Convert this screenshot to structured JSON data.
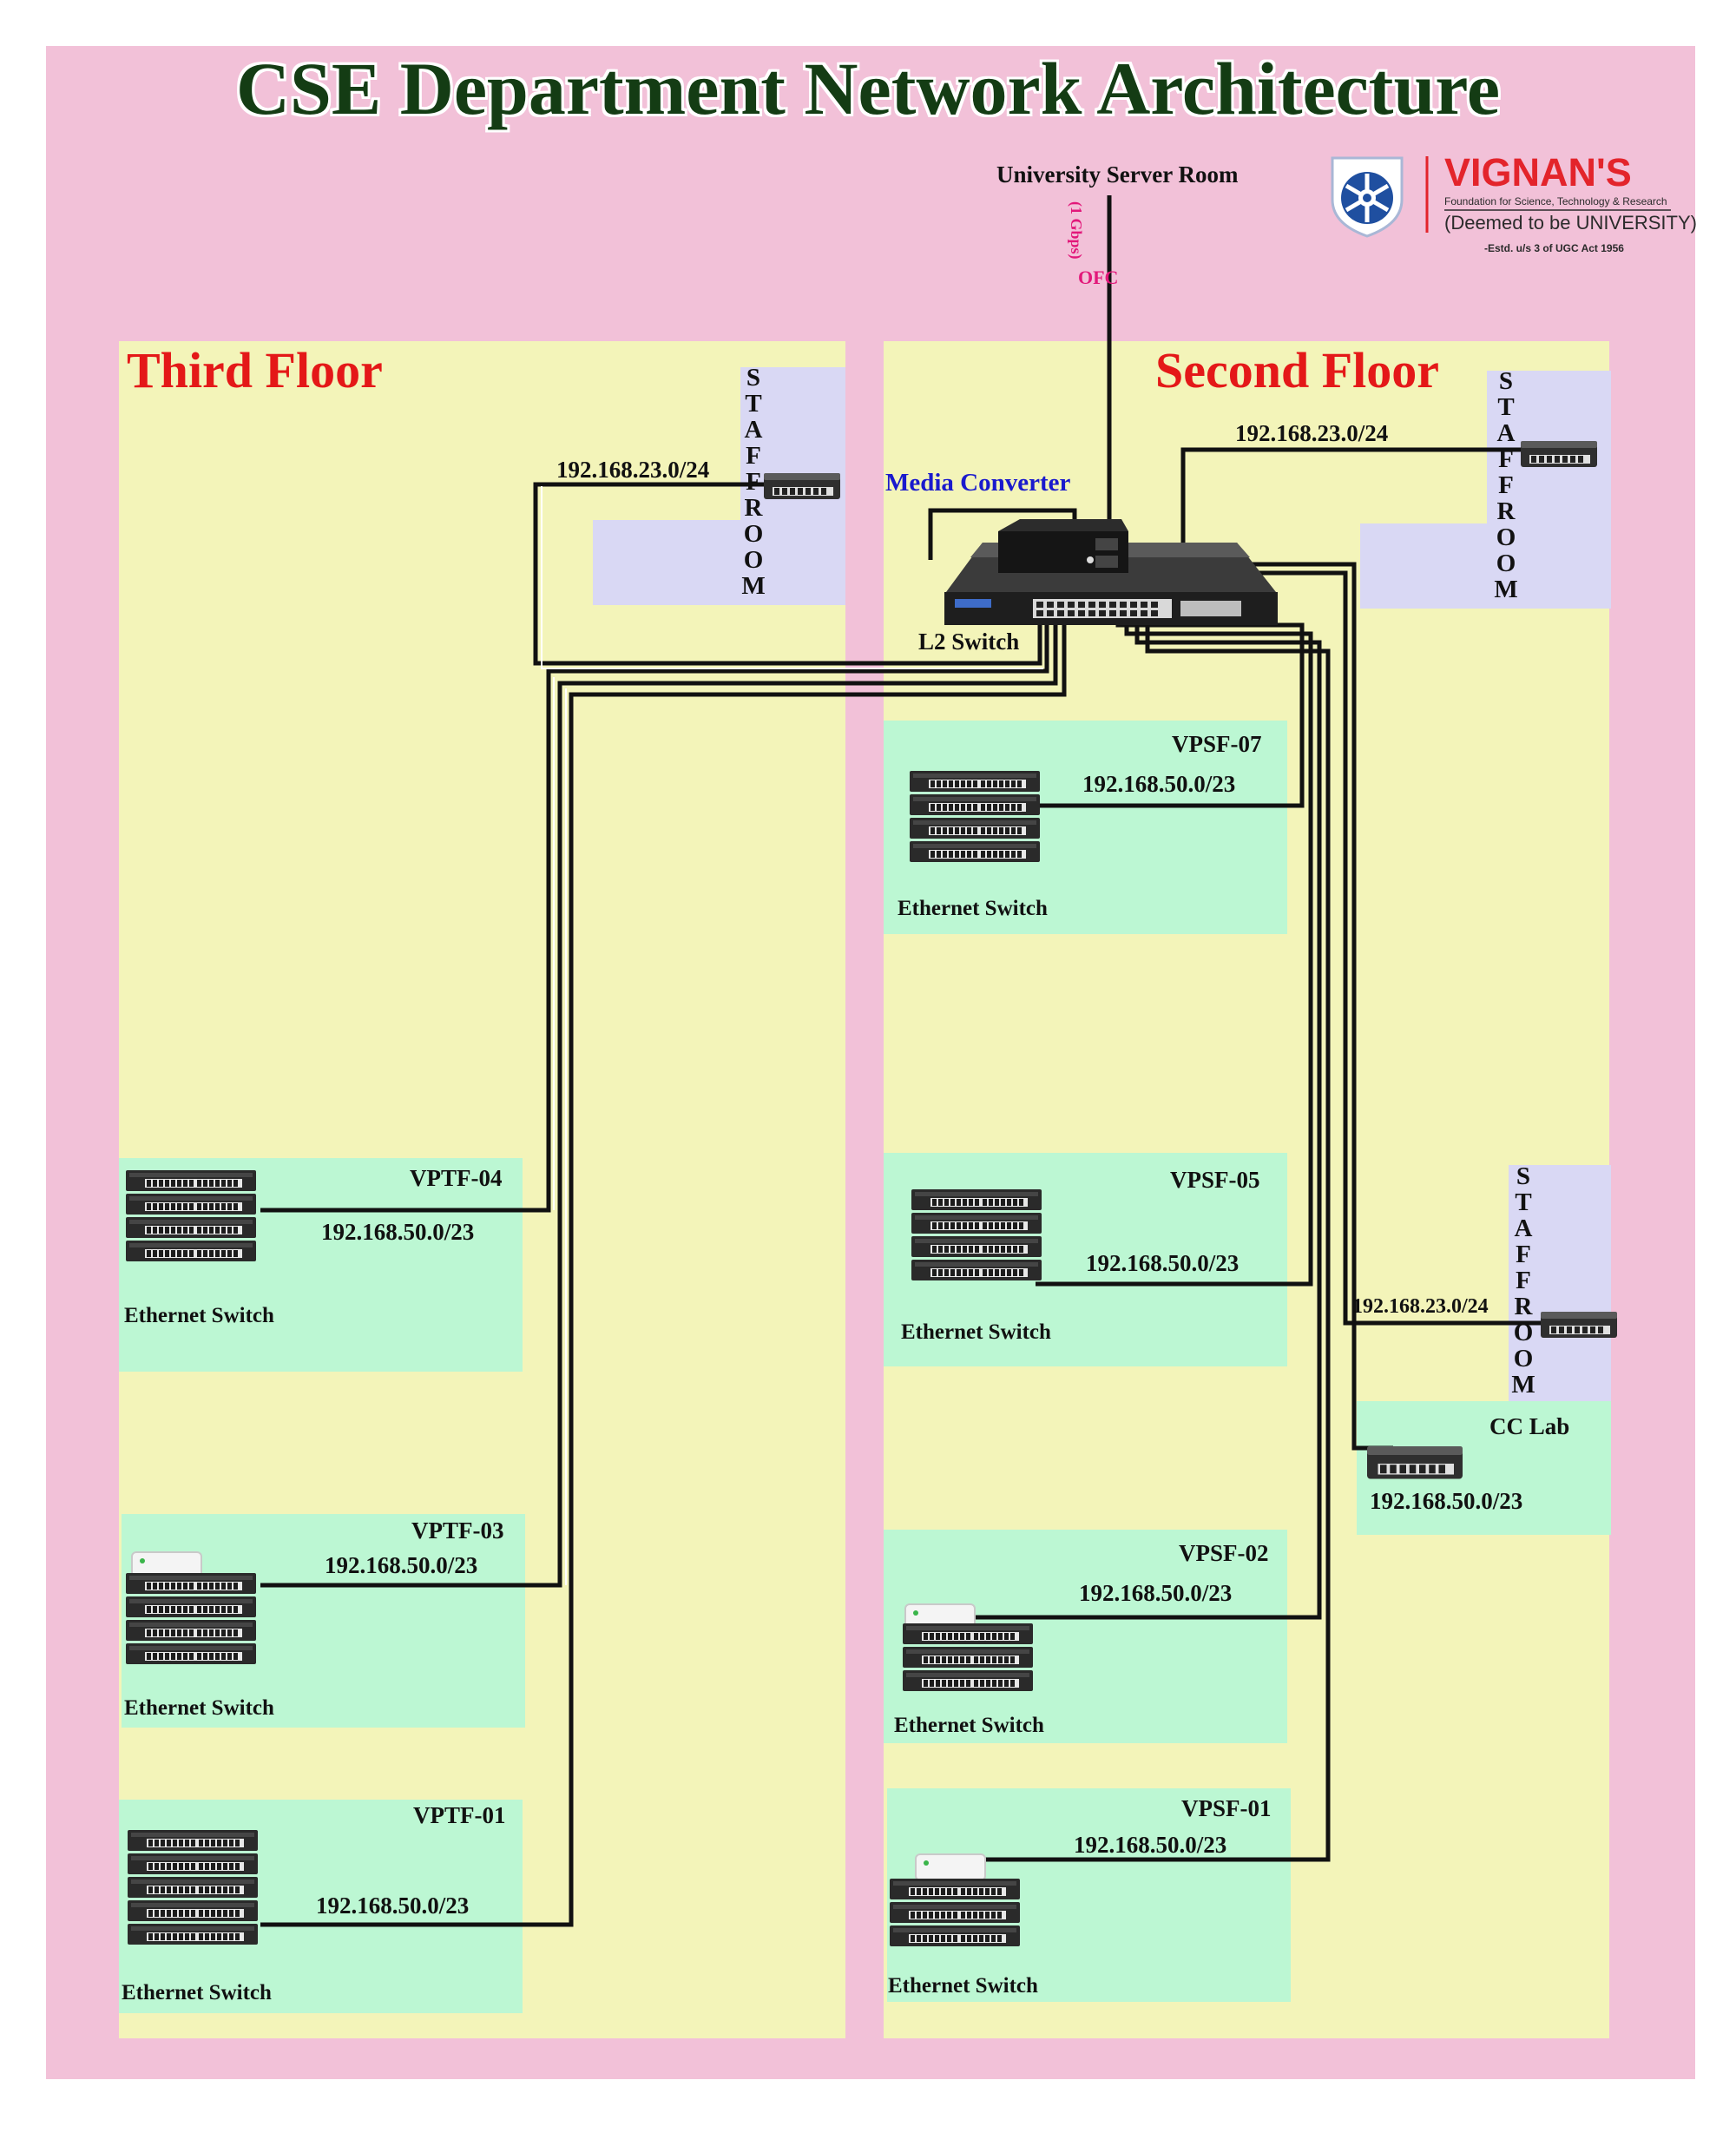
{
  "title": "CSE Department Network Architecture",
  "logo": {
    "name": "VIGNAN'S",
    "line1": "Foundation for Science, Technology & Research",
    "line2": "(Deemed to be UNIVERSITY)",
    "line3": "-Estd. u/s 3 of UGC Act 1956"
  },
  "uplink": {
    "server_room": "University Server Room",
    "link_label": "OFC",
    "link_speed": "(1 Gbps)",
    "media_converter": "Media Converter",
    "core_switch": "L2 Switch"
  },
  "third_floor": {
    "title": "Third Floor",
    "staff_room": {
      "label": "STAFF ROOM",
      "subnet": "192.168.23.0/24"
    },
    "rooms": [
      {
        "name": "VPTF-04",
        "subnet": "192.168.50.0/23",
        "device": "Ethernet Switch"
      },
      {
        "name": "VPTF-03",
        "subnet": "192.168.50.0/23",
        "device": "Ethernet Switch"
      },
      {
        "name": "VPTF-01",
        "subnet": "192.168.50.0/23",
        "device": "Ethernet Switch"
      }
    ]
  },
  "second_floor": {
    "title": "Second Floor",
    "staff_room_top": {
      "label": "STAFF ROOM",
      "subnet": "192.168.23.0/24"
    },
    "staff_room_bottom": {
      "label": "STAFF ROOM",
      "subnet": "192.168.23.0/24"
    },
    "cc_lab": {
      "name": "CC Lab",
      "subnet": "192.168.50.0/23"
    },
    "rooms": [
      {
        "name": "VPSF-07",
        "subnet": "192.168.50.0/23",
        "device": "Ethernet Switch"
      },
      {
        "name": "VPSF-05",
        "subnet": "192.168.50.0/23",
        "device": "Ethernet Switch"
      },
      {
        "name": "VPSF-02",
        "subnet": "192.168.50.0/23",
        "device": "Ethernet Switch"
      },
      {
        "name": "VPSF-01",
        "subnet": "192.168.50.0/23",
        "device": "Ethernet Switch"
      }
    ]
  },
  "colors": {
    "background": "#f2c1d8",
    "floor": "#f3f4b9",
    "room": "#bcf7d3",
    "staff_room": "#d9d8f4",
    "floor_title": "#e41818",
    "media_converter": "#1a1acd",
    "ofc": "#e2187a",
    "logo_red": "#e3242b",
    "cable": "#111111"
  }
}
